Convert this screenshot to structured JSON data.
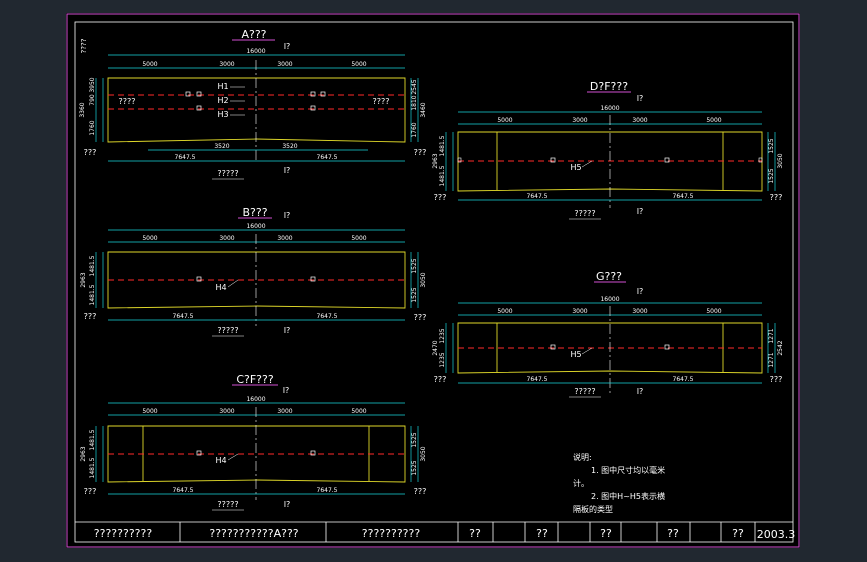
{
  "colors": {
    "background": "#212830",
    "canvas": "#000000",
    "border": "#d24fd2",
    "frame": "#ffffff",
    "dimension": "#19d4dc",
    "outline": "#e0d92a",
    "centerline": "#ff2a2a",
    "text": "#ffffff",
    "title_underline": "#d24fd2"
  },
  "panels": [
    {
      "id": "A",
      "title": "A???",
      "center_mark": "I?",
      "total": "16000",
      "segments": [
        "5000",
        "3000",
        "3000",
        "5000"
      ],
      "left_label": "????",
      "right_label": "????",
      "corner_left": "???",
      "corner_right": "???",
      "left_total_label": "????",
      "heights_left": [
        "3360",
        "790",
        "3950",
        "1760"
      ],
      "heights_right": [
        "2545",
        "1810",
        "3460",
        "1760"
      ],
      "hole_labels": [
        "H1",
        "H2",
        "H3"
      ],
      "bottom_dims": [
        "3520",
        "3520"
      ],
      "half_lengths": [
        "7647.5",
        "7647.5"
      ],
      "bottom_label": "?????",
      "bottom_mark": "I?"
    },
    {
      "id": "B",
      "title": "B???",
      "center_mark": "I?",
      "total": "16000",
      "segments": [
        "5000",
        "3000",
        "3000",
        "5000"
      ],
      "heights_left": [
        "2963",
        "1481.5",
        "1481.5"
      ],
      "heights_right": [
        "1525",
        "3050",
        "1525"
      ],
      "hole_label": "H4",
      "corner_left": "???",
      "corner_right": "???",
      "half_lengths": [
        "7647.5",
        "7647.5"
      ],
      "bottom_label": "?????",
      "bottom_mark": "I?"
    },
    {
      "id": "C",
      "title": "C?F???",
      "center_mark": "I?",
      "total": "16000",
      "segments": [
        "5000",
        "3000",
        "3000",
        "5000"
      ],
      "heights_left": [
        "2963",
        "1481.5",
        "1481.5"
      ],
      "heights_right": [
        "1525",
        "3050",
        "1525"
      ],
      "hole_label": "H4",
      "corner_left": "???",
      "corner_right": "???",
      "half_lengths": [
        "7647.5",
        "7647.5"
      ],
      "bottom_label": "?????",
      "bottom_mark": "I?"
    },
    {
      "id": "D",
      "title": "D?F???",
      "center_mark": "I?",
      "total": "16000",
      "segments": [
        "5000",
        "3000",
        "3000",
        "5000"
      ],
      "heights_left": [
        "2963",
        "1481.5",
        "1481.5"
      ],
      "heights_right": [
        "1525",
        "3050",
        "1525"
      ],
      "hole_label": "H5",
      "corner_left": "???",
      "corner_right": "???",
      "half_lengths": [
        "7647.5",
        "7647.5"
      ],
      "bottom_label": "?????",
      "bottom_mark": "I?"
    },
    {
      "id": "G",
      "title": "G???",
      "center_mark": "I?",
      "total": "16000",
      "segments": [
        "5000",
        "3000",
        "3000",
        "5000"
      ],
      "heights_left": [
        "2470",
        "1235",
        "1235"
      ],
      "heights_right": [
        "1271",
        "2542",
        "1271"
      ],
      "hole_label": "H5",
      "corner_left": "???",
      "corner_right": "???",
      "half_lengths": [
        "7647.5",
        "7647.5"
      ],
      "bottom_label": "?????",
      "bottom_mark": "I?"
    }
  ],
  "notes": {
    "heading": "说明:",
    "line1": "1. 图中尺寸均以毫米",
    "line2": "计。",
    "line3": "2. 图中H~H5表示横",
    "line4": "隔板的类型"
  },
  "title_block": [
    "??????????",
    "???????????A???",
    "??????????",
    "??",
    "??",
    "??",
    "??",
    "??",
    "2003.3"
  ]
}
